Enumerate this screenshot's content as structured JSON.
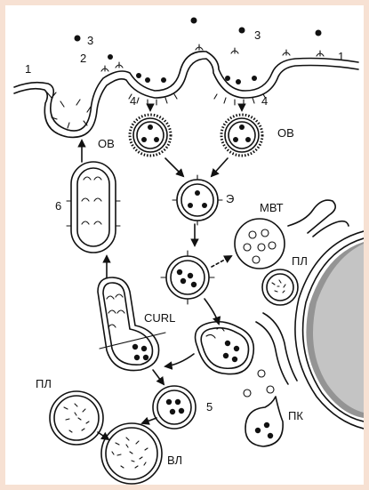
{
  "labels": {
    "plasma_membrane_left": "1",
    "plasma_membrane_right": "1",
    "pit": "2",
    "ligand_left": "3",
    "ligand_right": "3",
    "vesicle_left_num": "4",
    "vesicle_right_num": "4",
    "receptor_vesicle": "5",
    "recycling_vesicle": "6",
    "coated_vesicle_left": "ОВ",
    "coated_vesicle_right": "ОВ",
    "endosome": "Э",
    "multivesicular_body": "МВТ",
    "lysosome_right": "ПЛ",
    "lysosome_left": "ПЛ",
    "secondary_lysosome": "ВЛ",
    "curl": "CURL",
    "golgi": "ПК"
  },
  "colors": {
    "frame": "#f7e1d3",
    "ink": "#111111",
    "background": "#ffffff"
  }
}
